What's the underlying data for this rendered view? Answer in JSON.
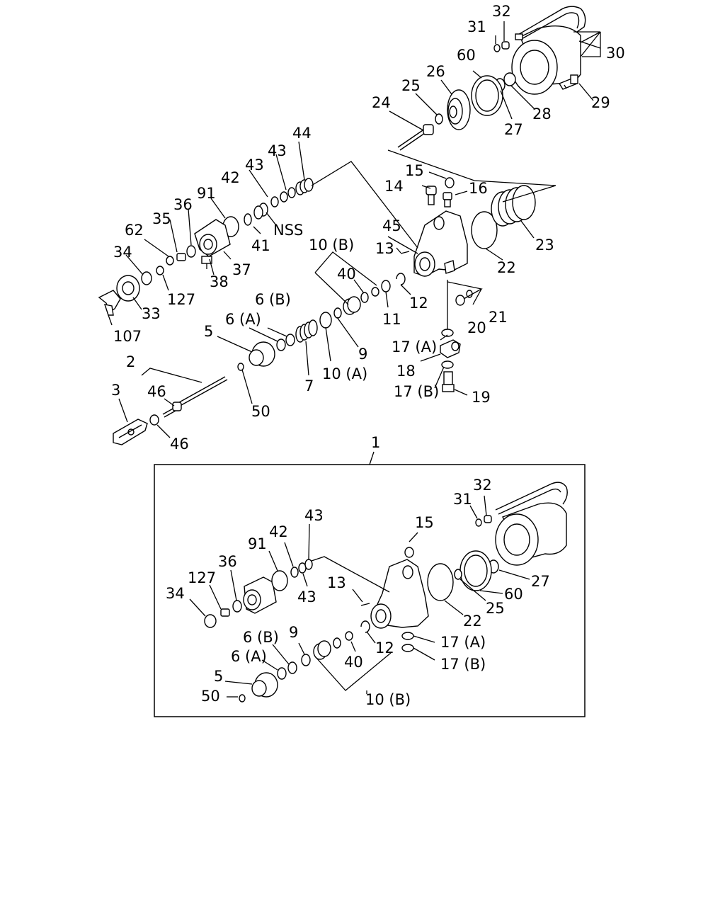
{
  "diagram": {
    "labels": {
      "l1": "1",
      "l2": "2",
      "l3": "3",
      "l5": "5",
      "l6a": "6 (A)",
      "l6b": "6 (B)",
      "l7": "7",
      "l9": "9",
      "l10a": "10 (A)",
      "l10b": "10 (B)",
      "l11": "11",
      "l12": "12",
      "l13": "13",
      "l14": "14",
      "l15": "15",
      "l16": "16",
      "l17a": "17 (A)",
      "l17b": "17 (B)",
      "l18": "18",
      "l19": "19",
      "l20": "20",
      "l21": "21",
      "l22": "22",
      "l23": "23",
      "l24": "24",
      "l25": "25",
      "l26": "26",
      "l27": "27",
      "l28": "28",
      "l29": "29",
      "l30": "30",
      "l31": "31",
      "l32": "32",
      "l33": "33",
      "l34": "34",
      "l35": "35",
      "l36": "36",
      "l37": "37",
      "l38": "38",
      "l40": "40",
      "l41": "41",
      "l42": "42",
      "l43a": "43",
      "l43b": "43",
      "l44": "44",
      "l45": "45",
      "l46a": "46",
      "l46b": "46",
      "l50": "50",
      "l60": "60",
      "l62": "62",
      "l91": "91",
      "l107": "107",
      "l127": "127",
      "nss": "NSS"
    },
    "inset": {
      "l5": "5",
      "l6a": "6 (A)",
      "l6b": "6 (B)",
      "l9": "9",
      "l10b": "10 (B)",
      "l12": "12",
      "l13": "13",
      "l15": "15",
      "l17a": "17 (A)",
      "l17b": "17 (B)",
      "l22": "22",
      "l25": "25",
      "l27": "27",
      "l31": "31",
      "l32": "32",
      "l34": "34",
      "l36": "36",
      "l40": "40",
      "l42": "42",
      "l43a": "43",
      "l43b": "43",
      "l50": "50",
      "l60": "60",
      "l91": "91",
      "l127": "127"
    }
  }
}
